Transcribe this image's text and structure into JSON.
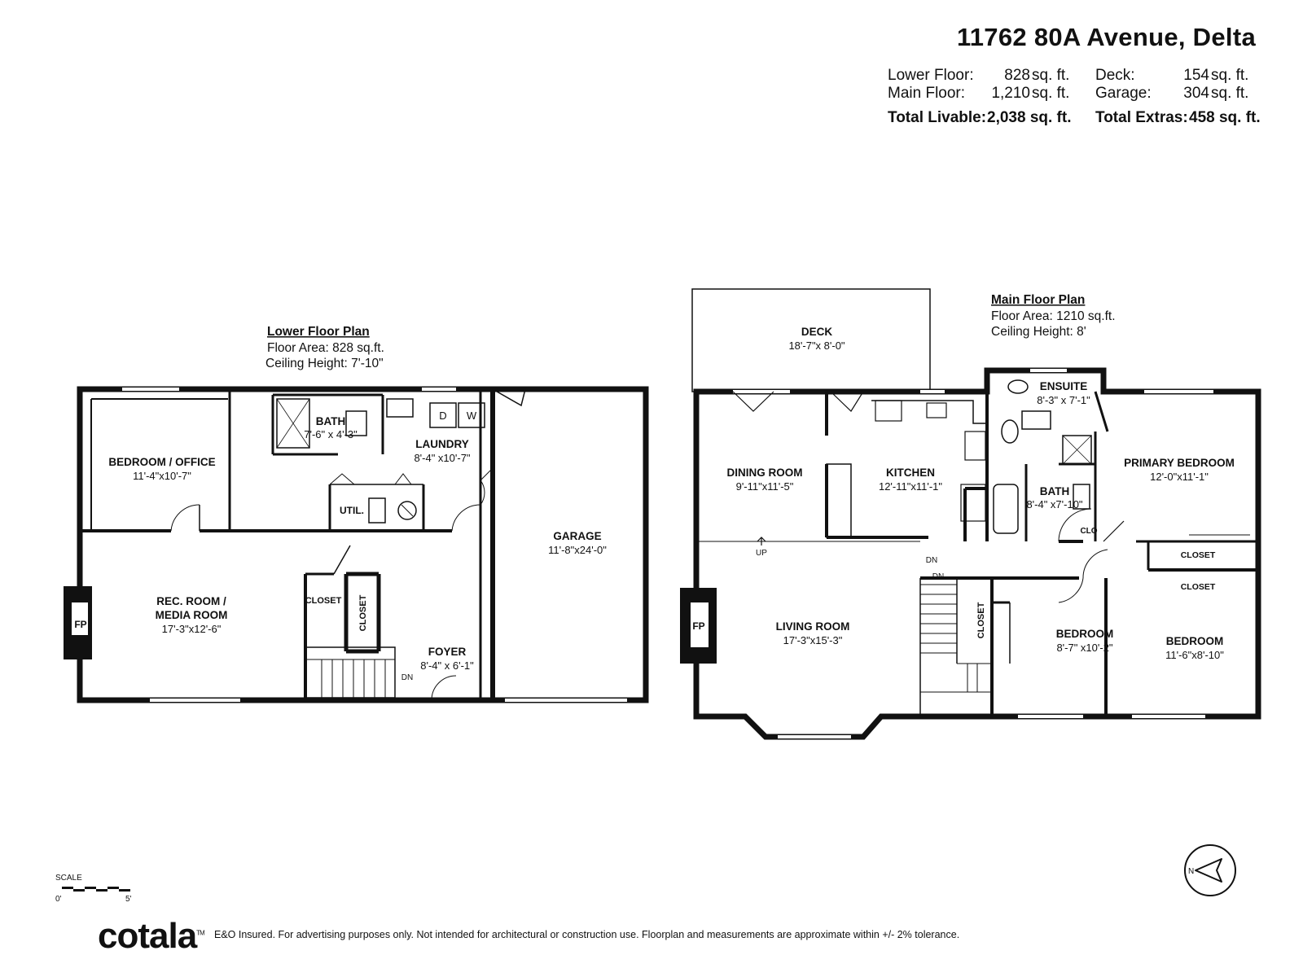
{
  "address": "11762 80A Avenue, Delta",
  "areas": {
    "lower_floor_label": "Lower Floor:",
    "lower_floor_value": "828",
    "main_floor_label": "Main Floor:",
    "main_floor_value": "1,210",
    "total_livable_label": "Total Livable:",
    "total_livable_value": "2,038 sq. ft.",
    "deck_label": "Deck:",
    "deck_value": "154",
    "garage_label": "Garage:",
    "garage_value": "304",
    "total_extras_label": "Total Extras:",
    "total_extras_value": "458 sq. ft.",
    "unit": "sq. ft."
  },
  "lower_plan": {
    "heading": "Lower Floor Plan",
    "floor_area": "Floor Area: 828 sq.ft.",
    "ceiling": "Ceiling Height: 7'-10\"",
    "rooms": {
      "bedroom_office": {
        "name": "BEDROOM / OFFICE",
        "dim": "11'-4\"x10'-7\""
      },
      "bath": {
        "name": "BATH",
        "dim": "7'-6\" x 4'-3\""
      },
      "laundry": {
        "name": "LAUNDRY",
        "dim": "8'-4\" x10'-7\""
      },
      "util": {
        "name": "UTIL."
      },
      "garage": {
        "name": "GARAGE",
        "dim": "11'-8\"x24'-0\""
      },
      "rec_room_1": {
        "name": "REC. ROOM /"
      },
      "rec_room_2": {
        "name": "MEDIA ROOM",
        "dim": "17'-3\"x12'-6\""
      },
      "closet_a": {
        "name": "CLOSET"
      },
      "closet_b": {
        "name": "CLOSET"
      },
      "foyer": {
        "name": "FOYER",
        "dim": "8'-4\" x 6'-1\""
      },
      "fp": {
        "name": "FP"
      },
      "dn": {
        "name": "DN"
      },
      "washer": {
        "name": "W"
      },
      "dryer": {
        "name": "D"
      }
    }
  },
  "main_plan": {
    "heading": "Main Floor Plan",
    "floor_area": "Floor Area: 1210 sq.ft.",
    "ceiling": "Ceiling Height: 8'",
    "rooms": {
      "deck": {
        "name": "DECK",
        "dim": "18'-7\"x 8'-0\""
      },
      "dining": {
        "name": "DINING ROOM",
        "dim": "9'-11\"x11'-5\""
      },
      "kitchen": {
        "name": "KITCHEN",
        "dim": "12'-11\"x11'-1\""
      },
      "ensuite": {
        "name": "ENSUITE",
        "dim": "8'-3\" x 7'-1\""
      },
      "bath": {
        "name": "BATH",
        "dim": "8'-4\" x7'-10\""
      },
      "primary": {
        "name": "PRIMARY BEDROOM",
        "dim": "12'-0\"x11'-1\""
      },
      "clo": {
        "name": "CLO"
      },
      "closet_a": {
        "name": "CLOSET"
      },
      "closet_b": {
        "name": "CLOSET"
      },
      "closet_c": {
        "name": "CLOSET"
      },
      "living": {
        "name": "LIVING ROOM",
        "dim": "17'-3\"x15'-3\""
      },
      "bedroom_1": {
        "name": "BEDROOM",
        "dim": "8'-7\" x10'-2\""
      },
      "bedroom_2": {
        "name": "BEDROOM",
        "dim": "11'-6\"x8'-10\""
      },
      "fp": {
        "name": "FP"
      },
      "up": {
        "name": "UP"
      },
      "dn_1": {
        "name": "DN"
      },
      "dn_2": {
        "name": "DN"
      }
    }
  },
  "scale": {
    "label": "SCALE",
    "start": "0'",
    "end": "5'"
  },
  "compass": {
    "letter": "N"
  },
  "footer": {
    "logo": "cotala",
    "tm": "TM",
    "disclaimer": "E&O Insured. For advertising purposes only. Not intended for architectural or construction use. Floorplan and measurements are approximate within +/- 2% tolerance."
  }
}
